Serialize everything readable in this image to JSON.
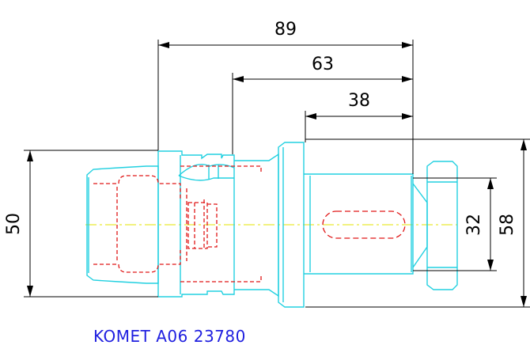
{
  "dimensions": {
    "d89": "89",
    "d63": "63",
    "d38": "38",
    "d50": "50",
    "d32": "32",
    "d58": "58"
  },
  "label": "KOMET A06 23780",
  "colors": {
    "outline": "#22d0e0",
    "hidden_lines": "#e01818",
    "centerline": "#e6e600",
    "dimension": "#000000",
    "label": "#2020e0"
  }
}
